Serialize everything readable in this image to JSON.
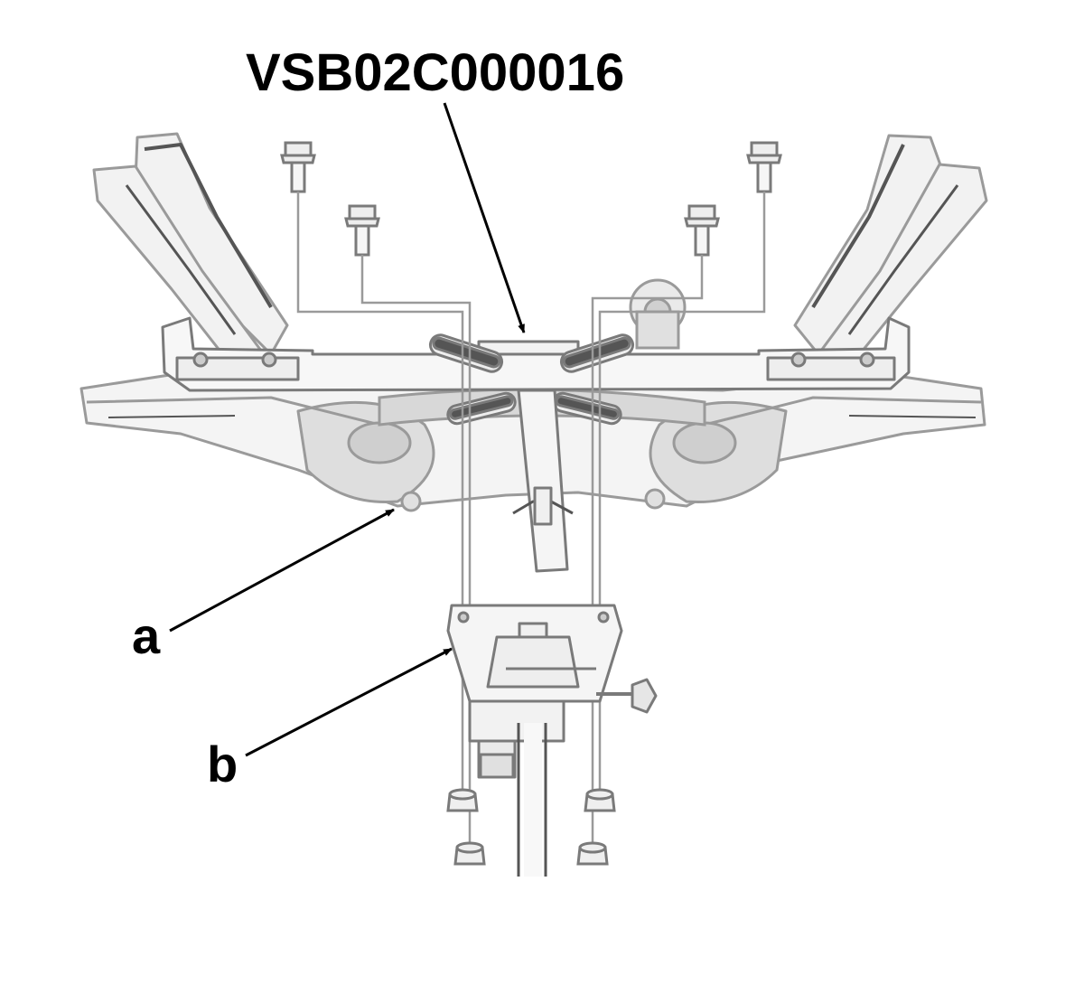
{
  "callouts": {
    "tool_code": "VSB02C000016",
    "a": "a",
    "b": "b"
  },
  "colors": {
    "line": "#9a9a9a",
    "fill": "#f2f2f2",
    "shade": "#d6d6d6",
    "dark": "#555555",
    "arrow": "#000000"
  }
}
